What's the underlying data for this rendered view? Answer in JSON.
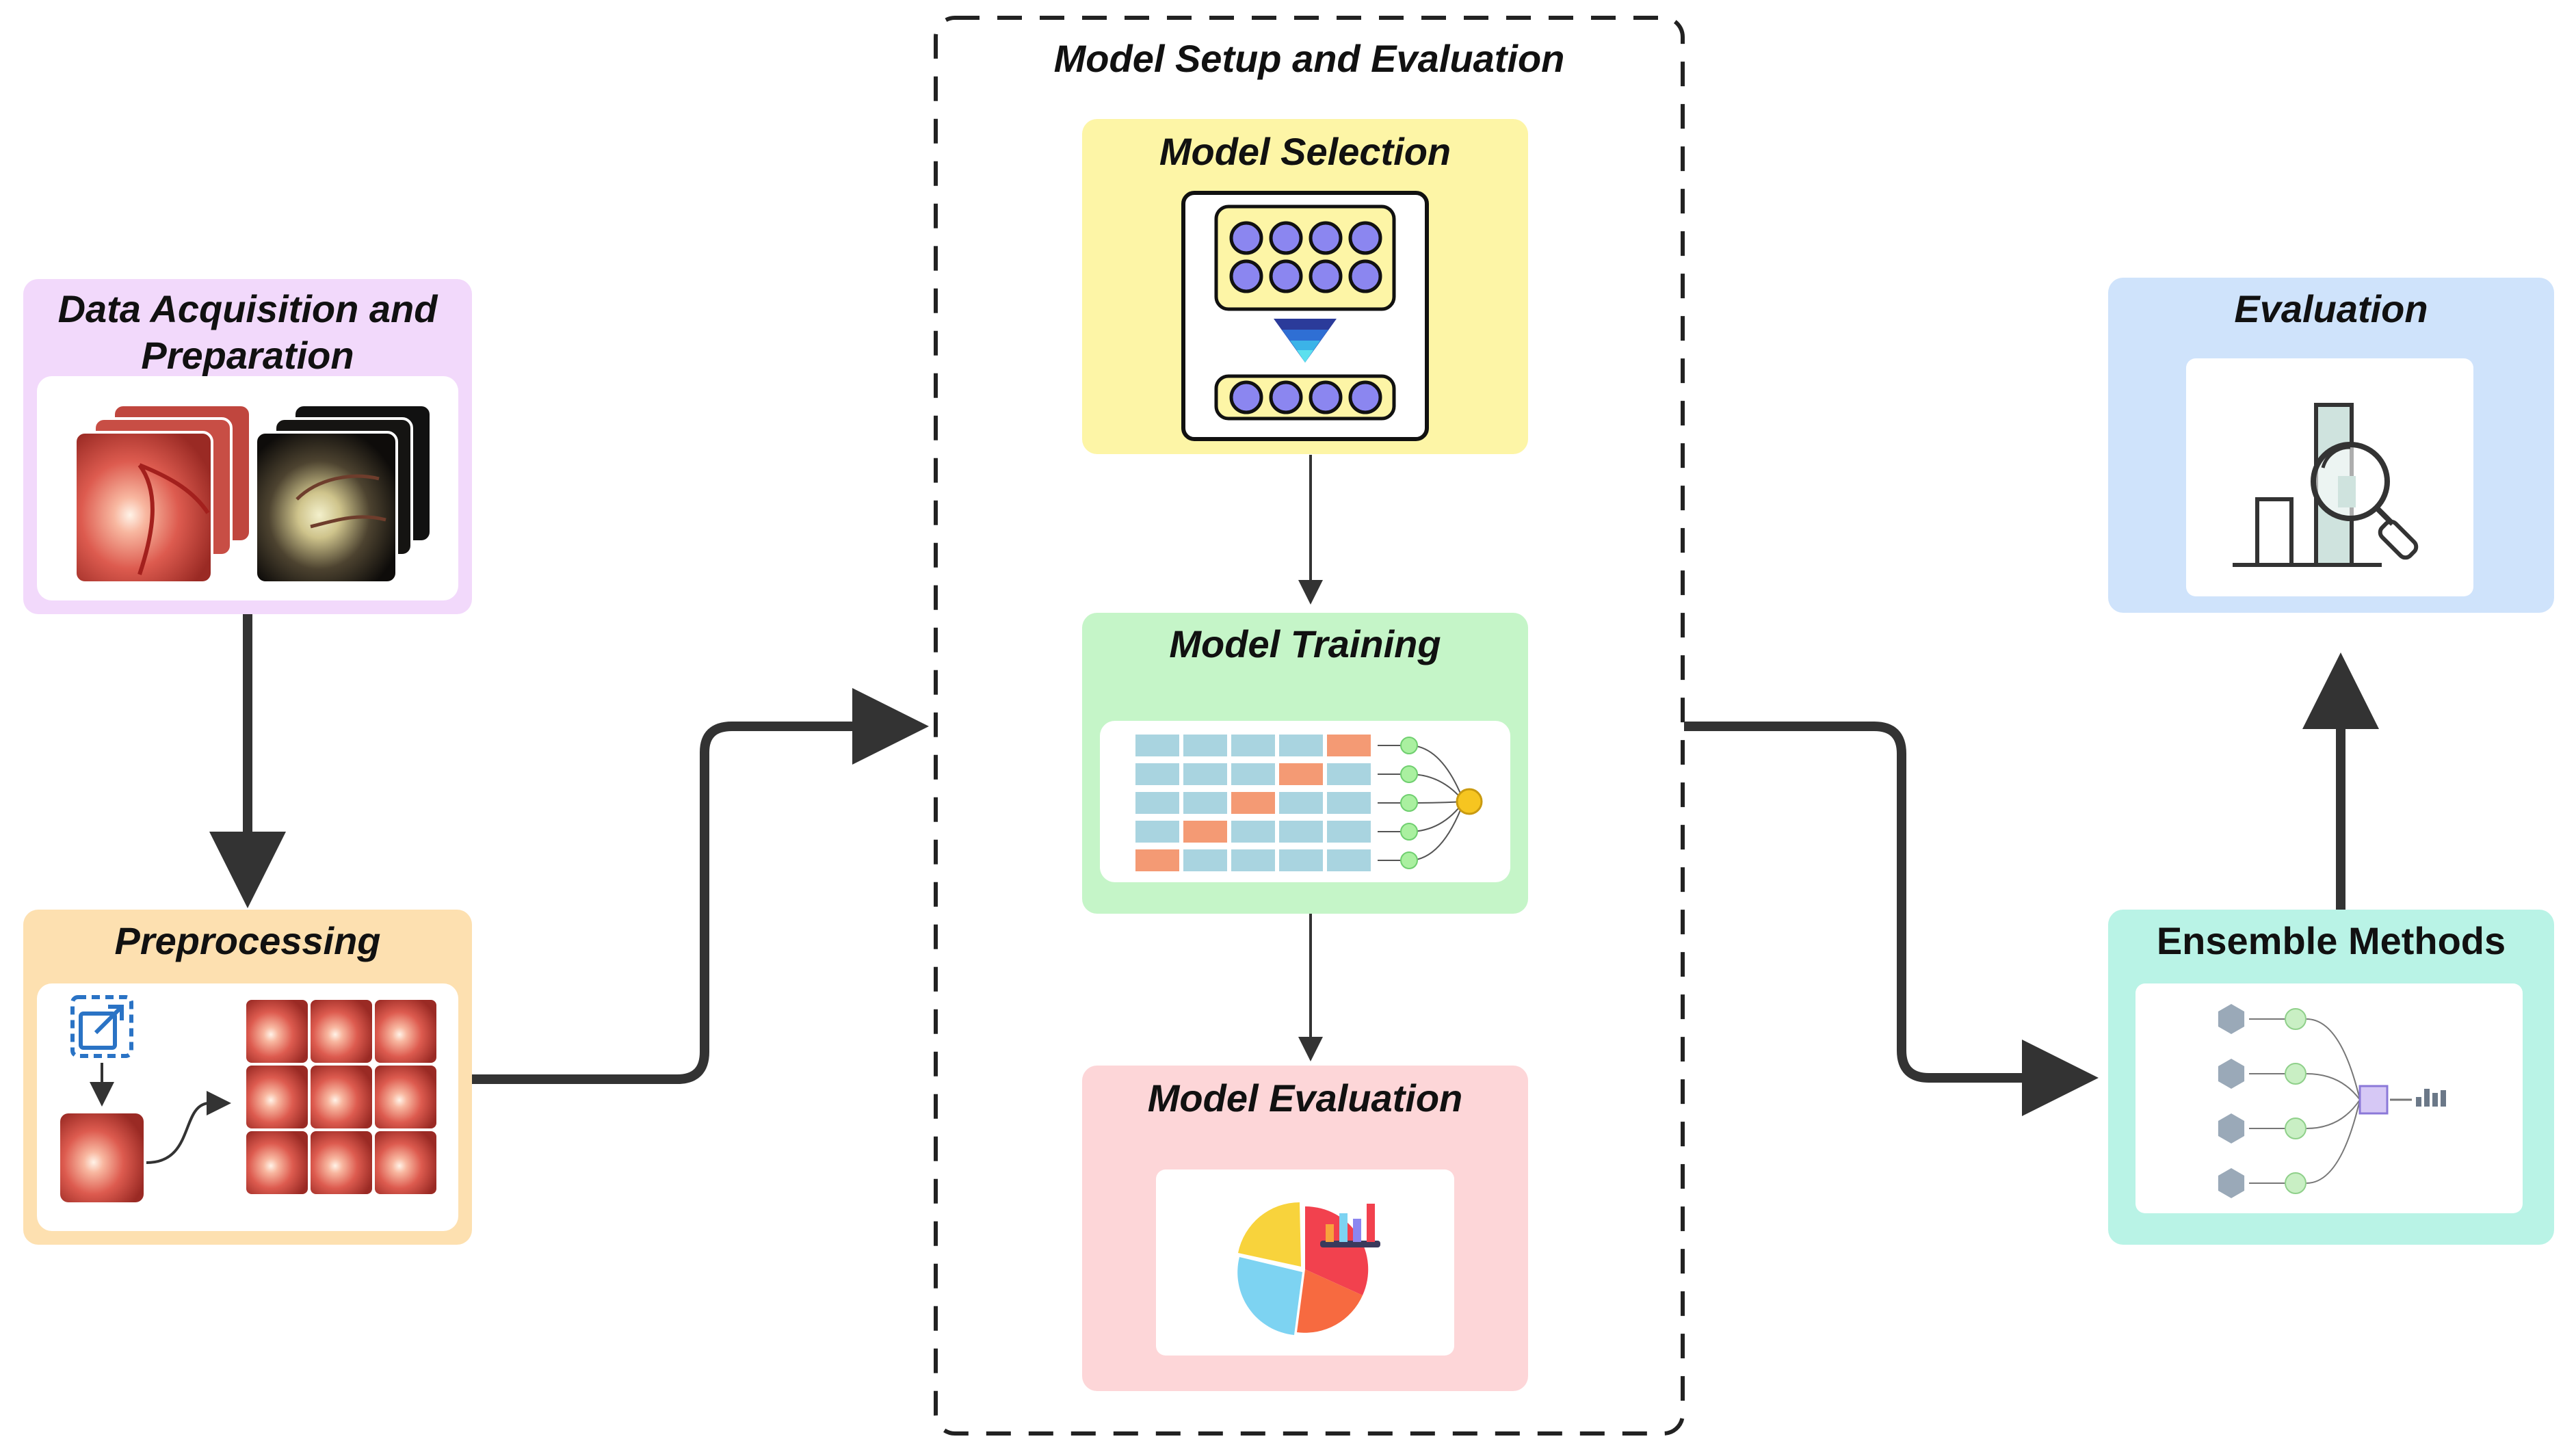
{
  "titles": {
    "setup_group": "Model Setup and Evaluation",
    "data_acq": "Data Acquisition and Preparation",
    "preprocessing": "Preprocessing",
    "model_selection": "Model Selection",
    "model_training": "Model Training",
    "model_evaluation": "Model Evaluation",
    "ensemble": "Ensemble Methods",
    "evaluation": "Evaluation"
  },
  "colors": {
    "data_acq": "#f2d9fb",
    "preprocessing": "#fde0b0",
    "model_selection": "#fdf5a6",
    "model_training": "#c5f5c8",
    "model_evaluation": "#fdd6d8",
    "ensemble": "#b9f3e6",
    "evaluation": "#cfe3fb",
    "arrow": "#333333",
    "node_purple": "#8b86f0",
    "cell_blue": "#a9d4e0",
    "cell_orange": "#f49a74",
    "node_green": "#aaf0a0",
    "output_yellow": "#f6c520"
  },
  "icons": {
    "data_acq": "fundus-image-stacks",
    "preprocessing": "resize-augment-grid",
    "model_selection": "neural-layer-funnel",
    "model_training": "data-table-network",
    "model_evaluation": "pie-bar-chart",
    "ensemble": "ensemble-network",
    "evaluation": "bar-magnifier"
  }
}
